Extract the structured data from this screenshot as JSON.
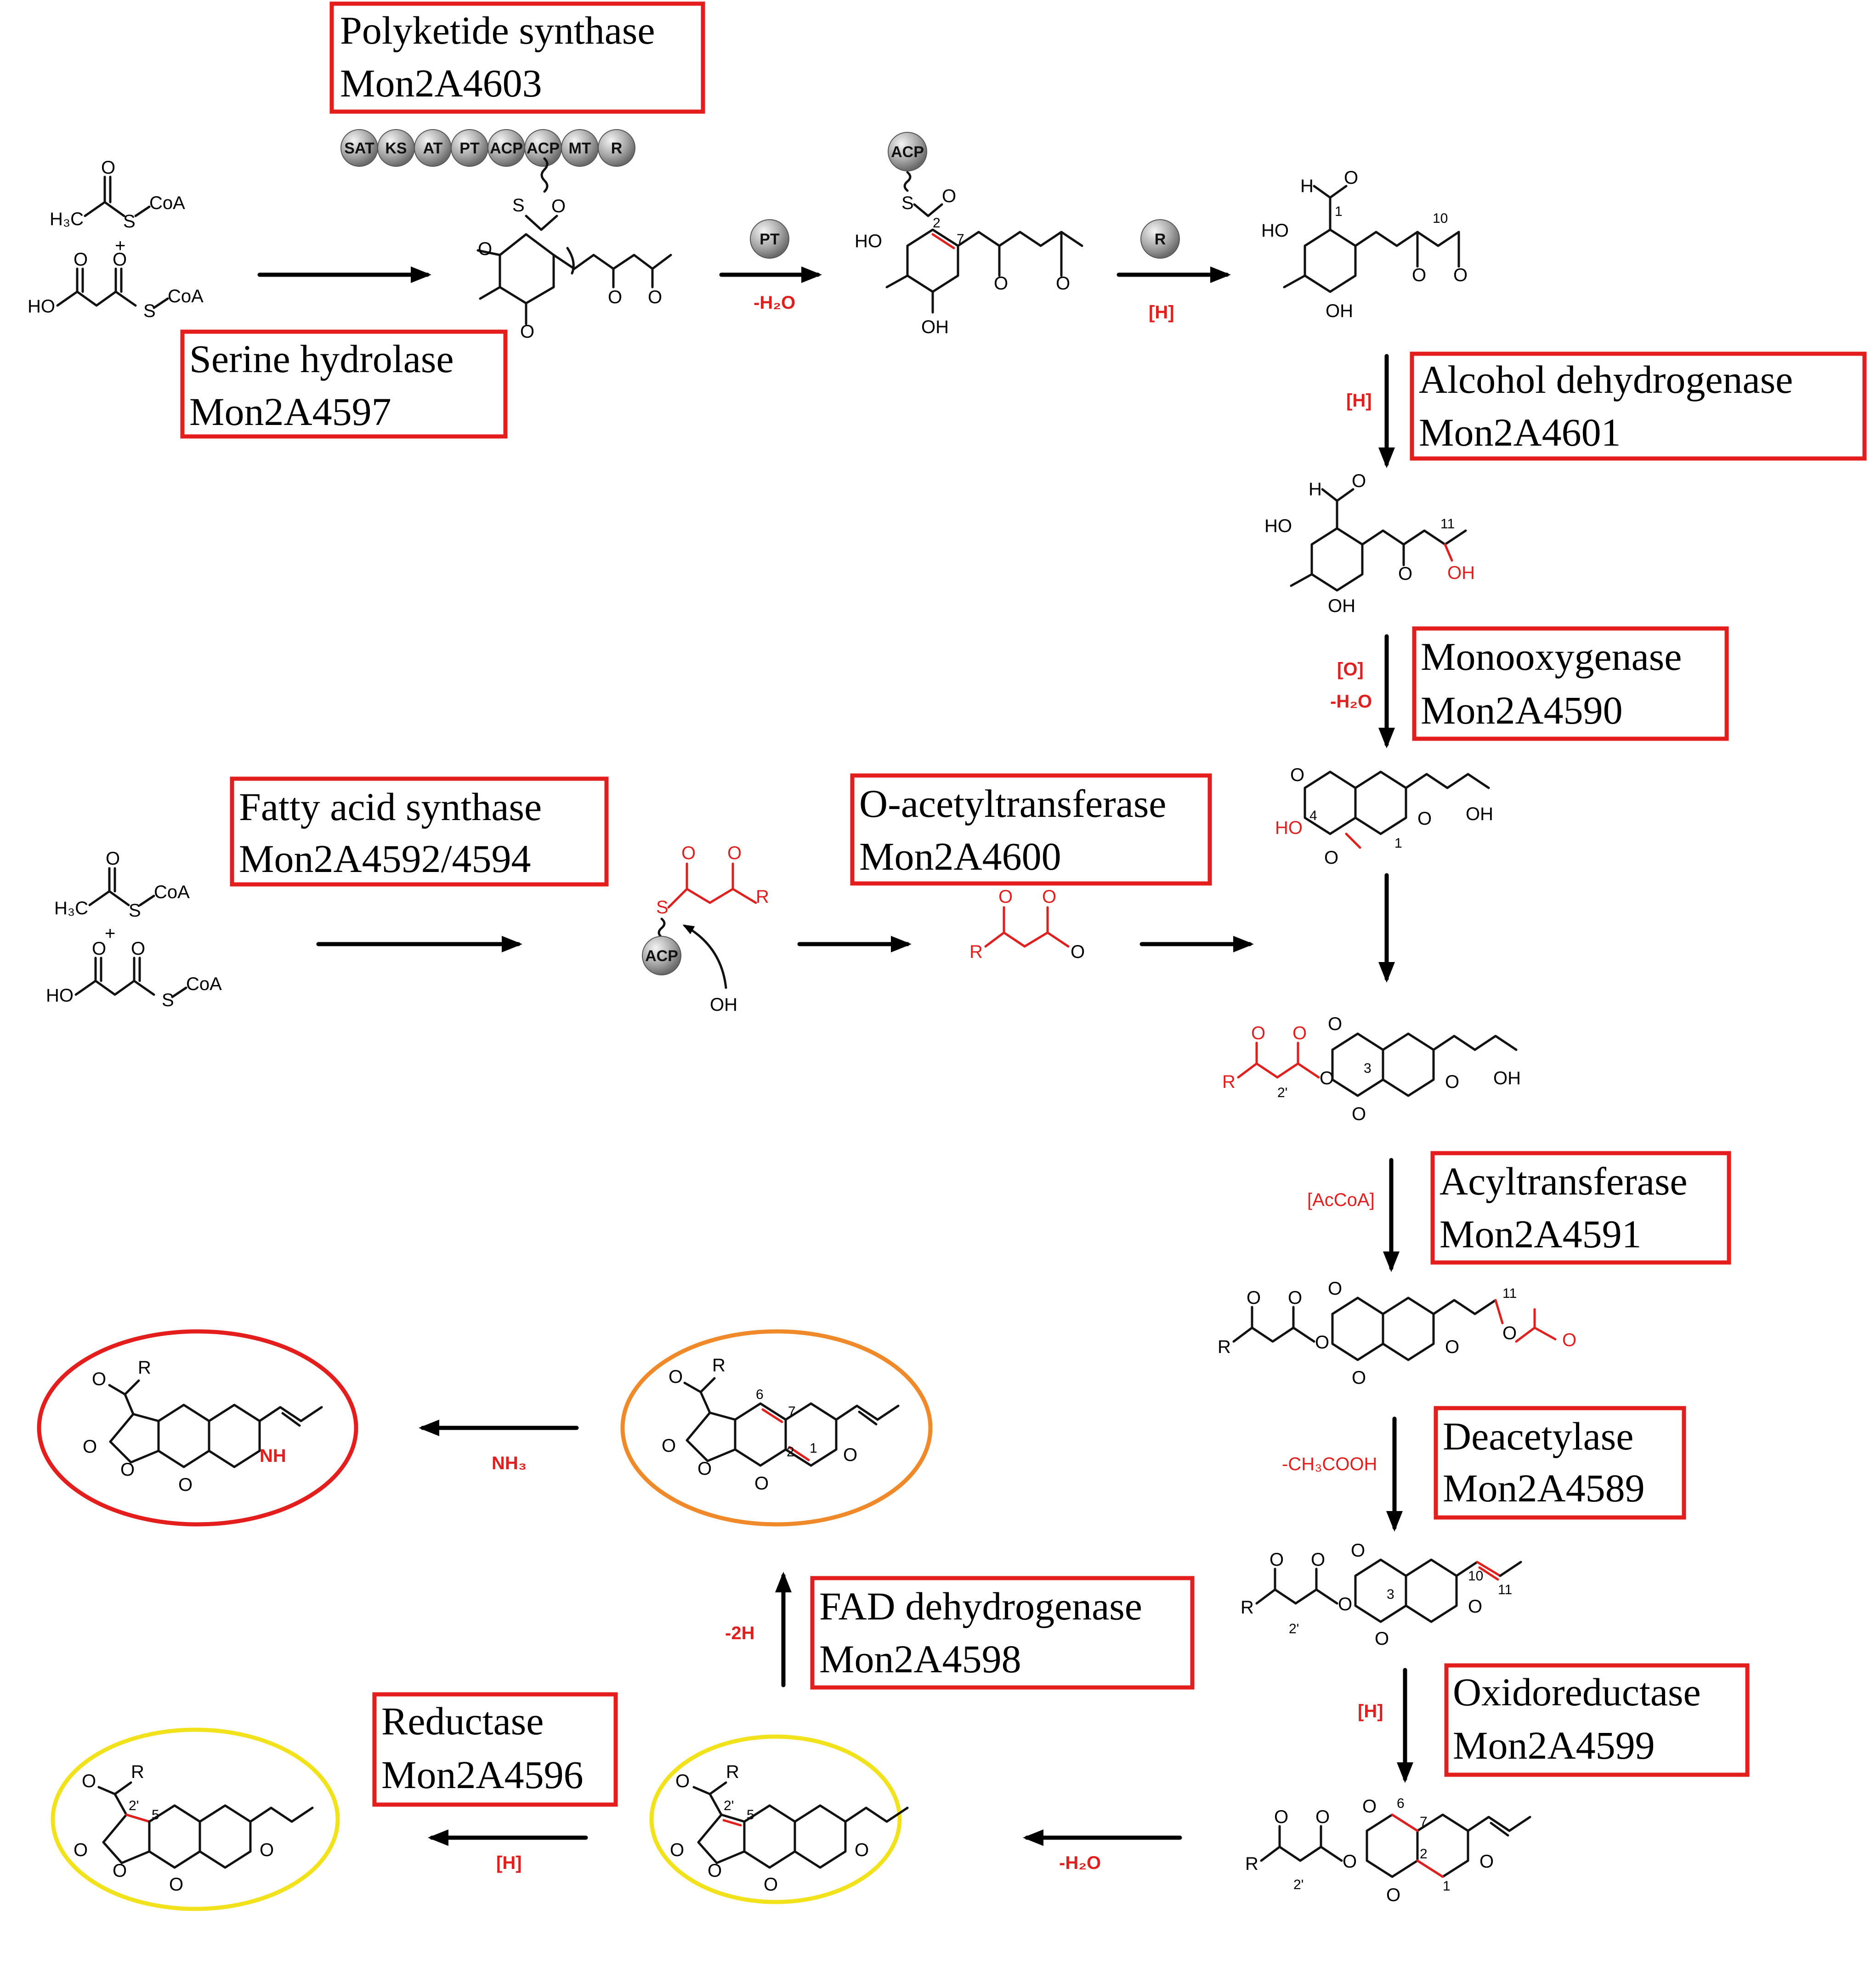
{
  "enzymes": {
    "pks": {
      "name": "Polyketide synthase",
      "gene": "Mon2A4603"
    },
    "serine_hydrolase": {
      "name": "Serine hydrolase",
      "gene": "Mon2A4597"
    },
    "alcohol_dh": {
      "name": "Alcohol dehydrogenase",
      "gene": "Mon2A4601"
    },
    "monooxygenase": {
      "name": "Monooxygenase",
      "gene": "Mon2A4590"
    },
    "fas": {
      "name": "Fatty acid synthase",
      "gene": "Mon2A4592/4594"
    },
    "o_acetyltransferase": {
      "name": "O-acetyltransferase",
      "gene": "Mon2A4600"
    },
    "acyltransferase": {
      "name": "Acyltransferase",
      "gene": "Mon2A4591"
    },
    "deacetylase": {
      "name": "Deacetylase",
      "gene": "Mon2A4589"
    },
    "oxidoreductase": {
      "name": "Oxidoreductase",
      "gene": "Mon2A4599"
    },
    "fad_dh": {
      "name": "FAD dehydrogenase",
      "gene": "Mon2A4598"
    },
    "reductase": {
      "name": "Reductase",
      "gene": "Mon2A4596"
    }
  },
  "pks_domains": [
    "SAT",
    "KS",
    "AT",
    "PT",
    "ACP",
    "ACP",
    "MT",
    "R"
  ],
  "domain_badges": {
    "pt": "PT",
    "r": "R",
    "acp": "ACP"
  },
  "conditions": {
    "minus_water": "-H₂O",
    "h": "[H]",
    "o": "[O]",
    "accoa": "[AcCoA]",
    "minus_acetic": "-CH₃COOH",
    "minus_2h": "-2H",
    "nh3": "NH₃"
  },
  "chem_labels": {
    "h3c": "H₃C",
    "coa": "CoA",
    "s": "S",
    "o": "O",
    "ho": "HO",
    "oh": "OH",
    "h": "H",
    "r": "R",
    "nh": "NH",
    "plus": "+"
  },
  "atom_numbers": {
    "n1": "1",
    "n2": "2",
    "n3": "3",
    "n4": "4",
    "n5": "5",
    "n6": "6",
    "n7": "7",
    "n10": "10",
    "n11": "11",
    "n2p": "2'"
  },
  "colors": {
    "box": "#e41d1d",
    "reaction_red": "#e0201e",
    "orange_ellipse": "#f0892a",
    "yellow_ellipse": "#f2e21b",
    "red_ellipse": "#e41d1d"
  }
}
